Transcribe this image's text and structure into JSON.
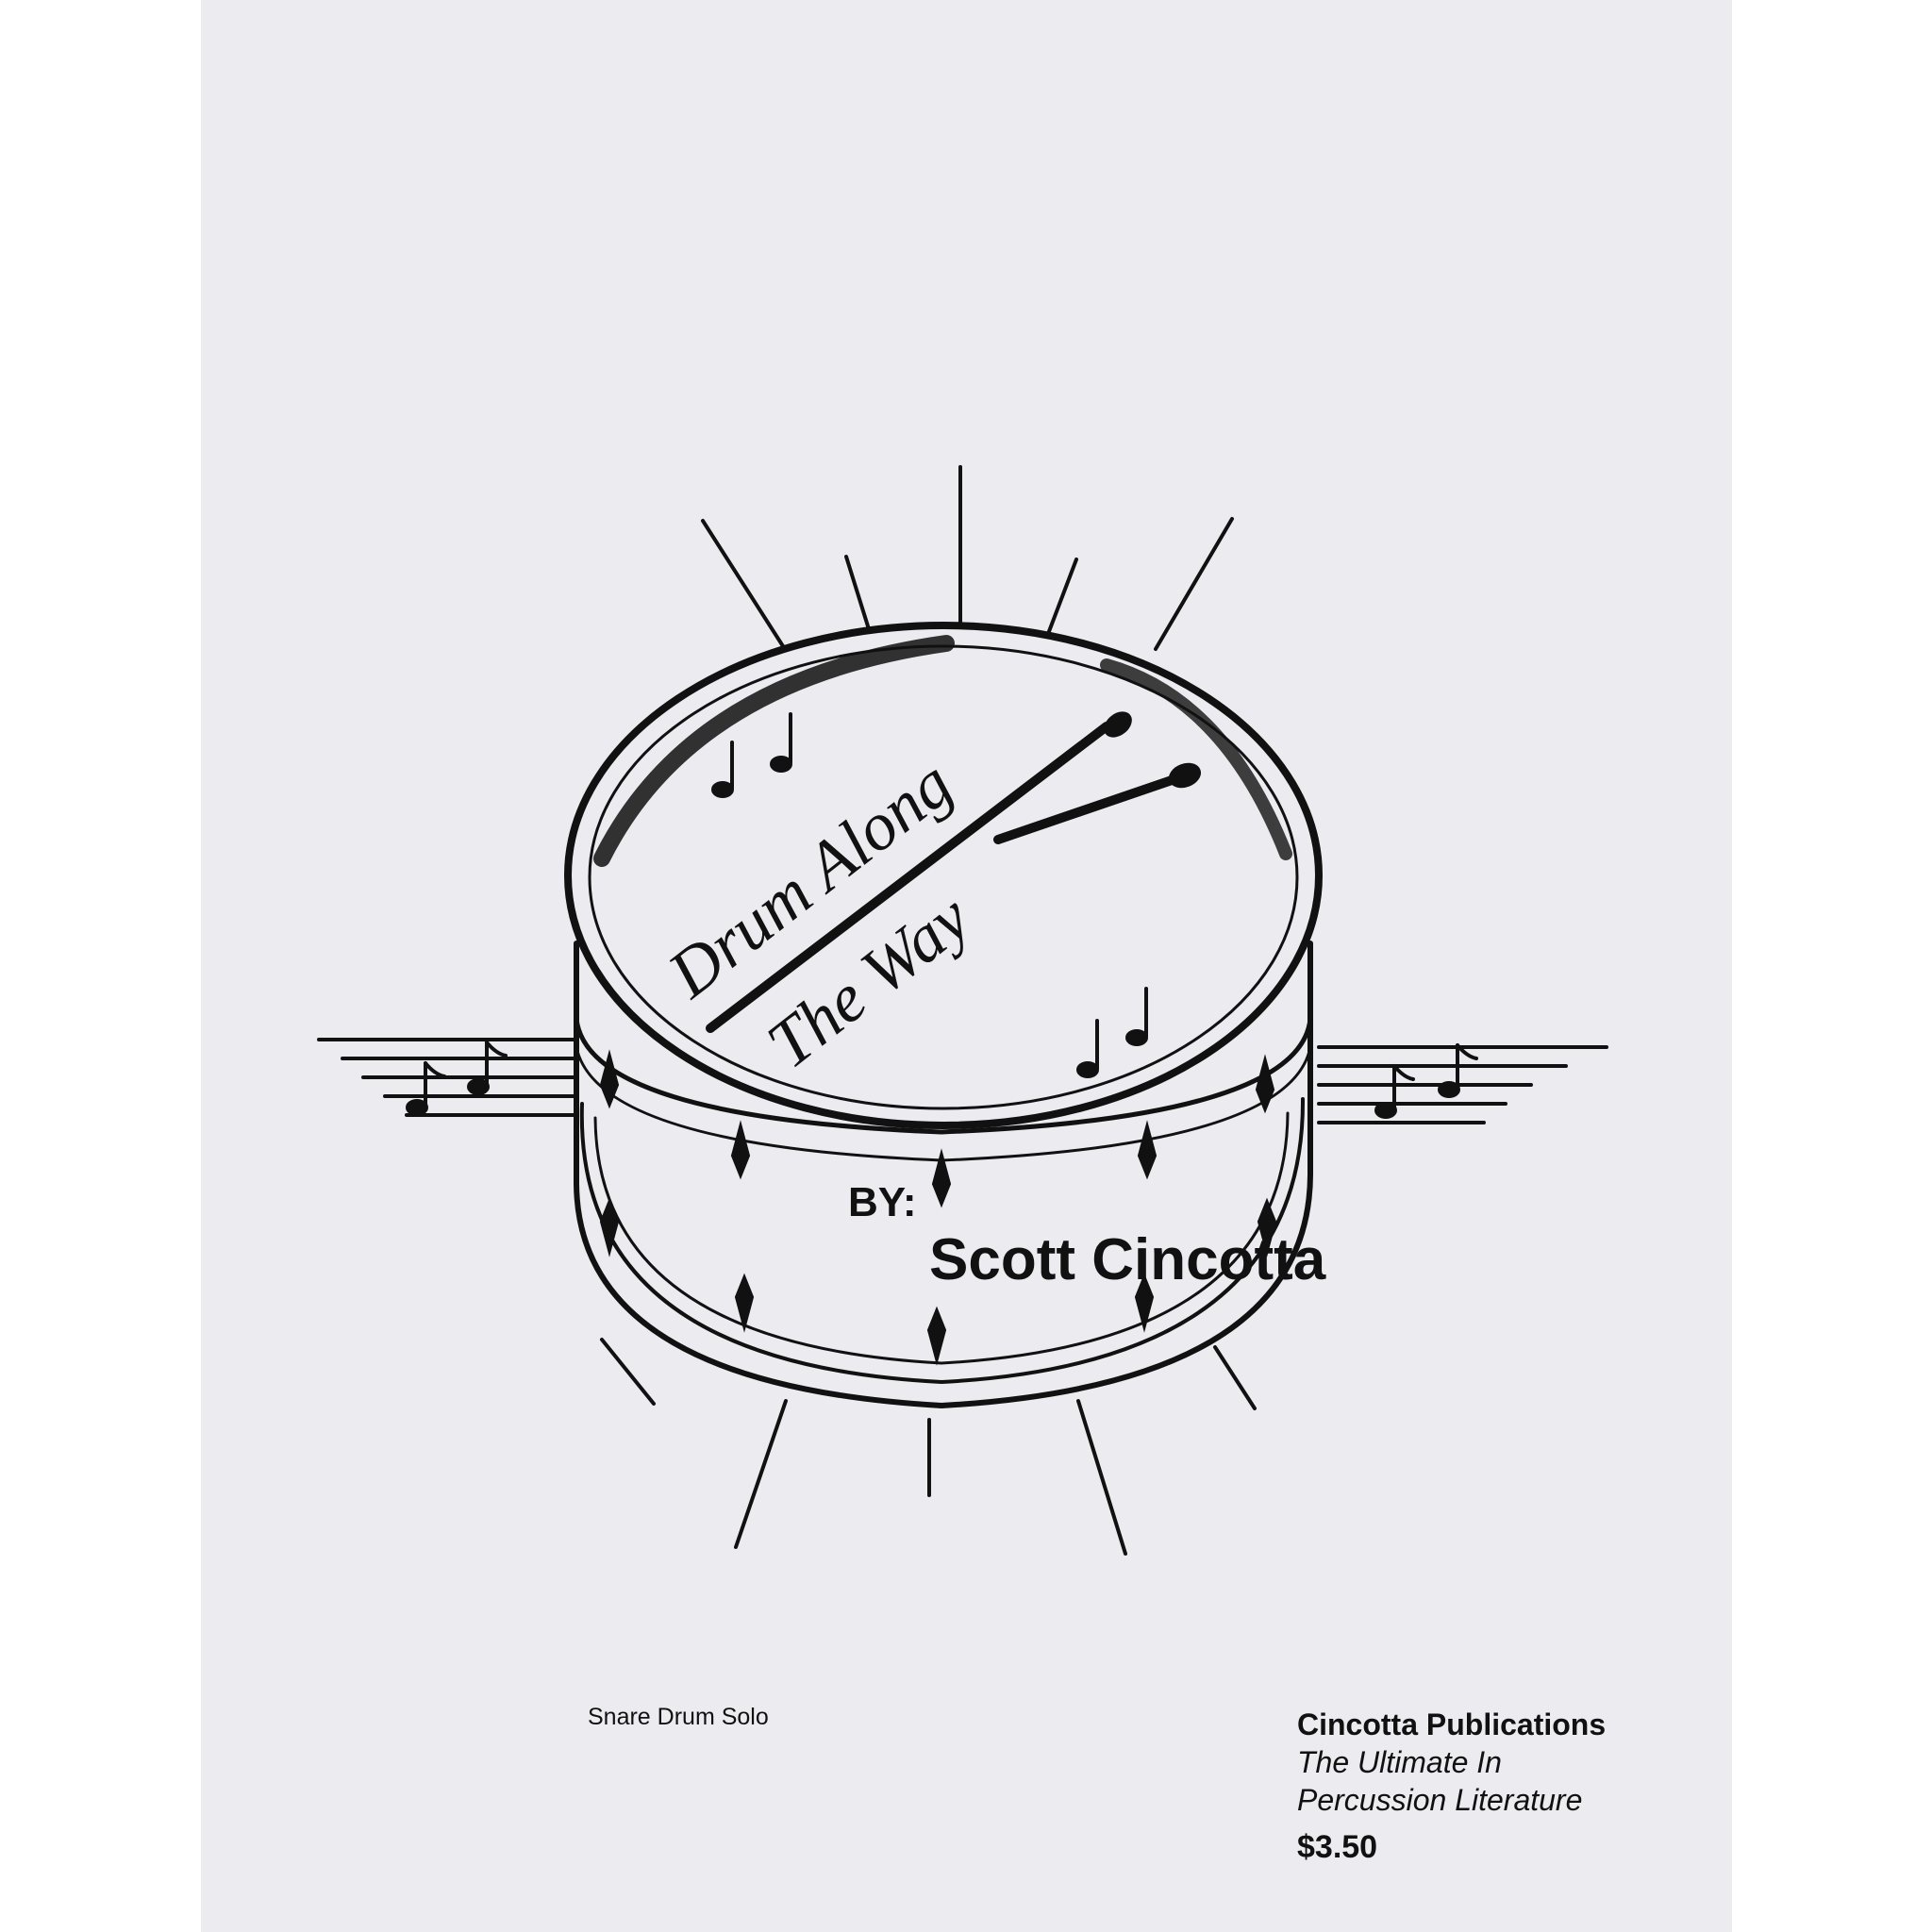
{
  "cover": {
    "title_line1": "Drum Along",
    "title_line2": "The Way",
    "by_label": "BY:",
    "author": "Scott Cincotta",
    "genre": "Snare Drum Solo",
    "publisher": "Cincotta Publications",
    "tagline_line1": "The Ultimate In",
    "tagline_line2": "Percussion Literature",
    "price": "$3.50"
  },
  "colors": {
    "paper": "#ebebf0",
    "ink": "#111111"
  },
  "icons": [
    "snare-drum-illustration",
    "drumsticks-icon",
    "music-notes-icon",
    "staff-lines-icon"
  ]
}
